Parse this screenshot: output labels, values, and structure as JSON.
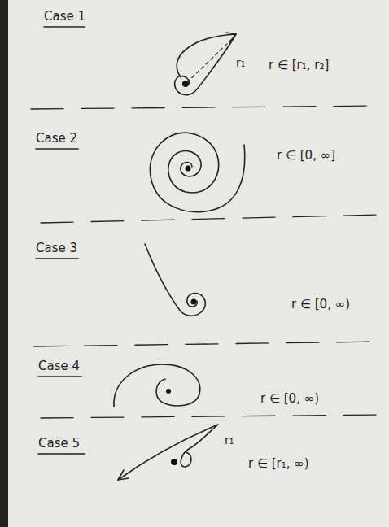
{
  "diagram": {
    "labels": [
      "Case 1",
      "r₁",
      "r ∈ [r₁, r₂]",
      "Case 2",
      "r ∈ [0, ∞]",
      "Case 3",
      "r ∈ [0, ∞)",
      "Case 4",
      "r ∈ [0, ∞)",
      "Case 5",
      "r₁",
      "r ∈ [r₁, ∞)"
    ]
  }
}
